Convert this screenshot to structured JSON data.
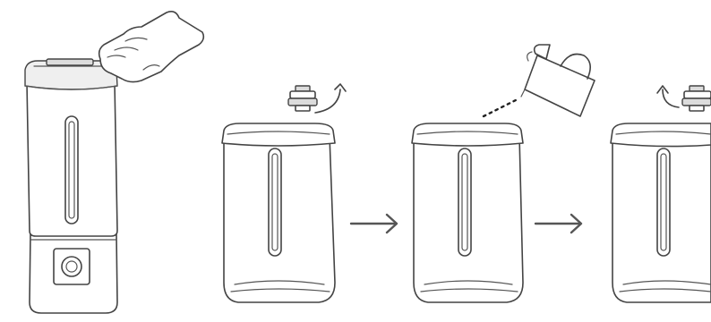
{
  "diagram": {
    "steps": [
      {
        "id": "step-1",
        "action": "lift-tank-from-base"
      },
      {
        "id": "step-2",
        "action": "unscrew-cap"
      },
      {
        "id": "step-3",
        "action": "fill-with-water"
      },
      {
        "id": "step-4",
        "action": "screw-cap-back"
      }
    ],
    "icons": [
      "hand-icon",
      "cap-icon",
      "rotate-arrow-icon",
      "water-pitcher-icon",
      "next-arrow-icon",
      "power-button-icon"
    ],
    "colors": {
      "line": "#444444",
      "background": "#ffffff"
    }
  }
}
